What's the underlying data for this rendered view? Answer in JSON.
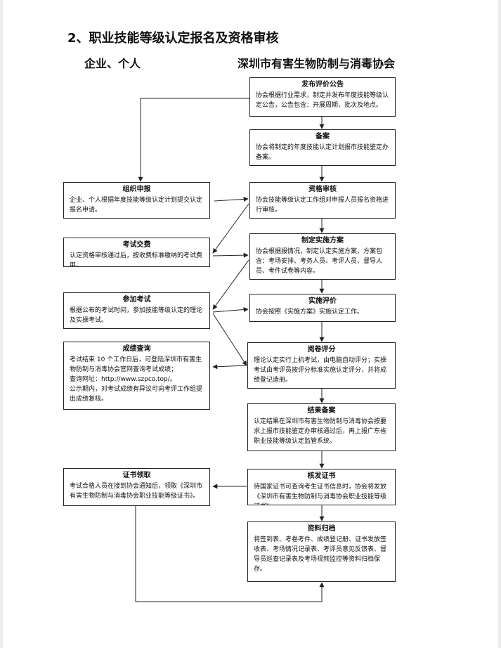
{
  "title": "2、职业技能等级认定报名及资格审核",
  "columns": {
    "left": "企业、个人",
    "right": "深圳市有害生物防制与消毒协会"
  },
  "right_boxes": {
    "publish": {
      "title": "发布评价公告",
      "body": "协会根据行业需求，制定并发布年度技能等级认定公告，公告包含：开展周期，批次及地点。"
    },
    "filing": {
      "title": "备案",
      "body": "协会将制定的年度技能认定计划报市技能鉴定办备案。"
    },
    "qualify": {
      "title": "资格审核",
      "body": "协会技能等级认定工作组对申报人员报名资格进行审核。"
    },
    "plan": {
      "title": "制定实施方案",
      "body": "协会根据报情况，制定认定实施方案，方案包含：考场安排、考务人员、考评人员、督导人员、考件试卷等内容。"
    },
    "implement": {
      "title": "实施评价",
      "body": "协会按照《实施方案》实施认定工作。"
    },
    "grading": {
      "title": "阅卷评分",
      "body": "理论认定实行上机考试，由电脑自动评分；实操考试由考评员按评分标准实施认定评分，并将成绩登记造册。"
    },
    "result_filing": {
      "title": "结果备案",
      "body": "认定结果在深圳市有害生物防制与消毒协会按要求上报市技能鉴定办审核通过后，再上报广东省职业技能等级认定监管系统。"
    },
    "issue_cert": {
      "title": "核发证书",
      "body": "待国家证书可查询考生证书信息时，协会将发放《深圳市有害生物防制与消毒协会职业技能等级证书》。"
    },
    "archive": {
      "title": "资料归档",
      "body": "将签到表、考卷考件、成绩登记册、证书发放签收表、考场情况记录表、考评员意见反馈表、督导员巡查记录表及考场视频监控等资料归档保存。"
    }
  },
  "left_boxes": {
    "apply": {
      "title": "组织申报",
      "body": "企业、个人根据年度技能等级认定计划提交认定报名申请。"
    },
    "fee": {
      "title": "考试交费",
      "body": "认定资格审核通过后，按收费标准缴纳的考试费用。"
    },
    "attend": {
      "title": "参加考试",
      "body": "根据公布的考试时间，参加技能等级认定的理论及实操考试。"
    },
    "query": {
      "title": "成绩查询",
      "lines": [
        "考试结束 10 个工作日后，可登陆深圳市有害生物防制与消毒协会官网查询考试成绩；",
        "查询网址：http://www.szpco.top/。",
        "公示期内，对考试成绩有异议可向考评工作组提出成绩复核。"
      ]
    },
    "collect": {
      "title": "证书领取",
      "body": "考试合格人员在接到协会通知后，领取《深圳市有害生物防制与消毒协会职业技能等级证书》。"
    }
  }
}
